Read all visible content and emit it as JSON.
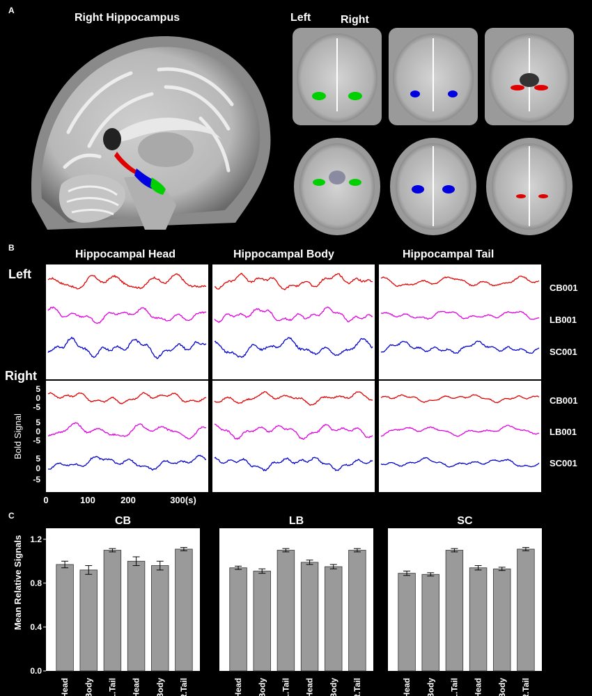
{
  "panel_a": {
    "letter": "A",
    "sagittal_title": "Right Hippocampus",
    "left_label": "Left",
    "right_label": "Right",
    "colors": {
      "head": "#00d000",
      "body": "#0000e0",
      "tail": "#e00000"
    }
  },
  "panel_b": {
    "letter": "B",
    "columns": [
      "Hippocampal Head",
      "Hippocampal Body",
      "Hippocampal Tail"
    ],
    "rows": [
      "Left",
      "Right"
    ],
    "subjects": [
      "CB001",
      "LB001",
      "SC001"
    ],
    "ylabel": "Bold Signal",
    "yticks": [
      "5",
      "0",
      "-5",
      "5",
      "0",
      "-5",
      "5",
      "0",
      "-5"
    ],
    "xticks": [
      "0",
      "100",
      "200",
      "300(s)"
    ],
    "colors": {
      "CB001": "#e00000",
      "LB001": "#e000e0",
      "SC001": "#0000cc"
    }
  },
  "panel_c": {
    "letter": "C",
    "ylabel": "Mean Relative Signals",
    "yticks": [
      "0.0",
      "0.4",
      "0.8",
      "1.2"
    ]
  },
  "chart_data": [
    {
      "type": "bar",
      "title": "CB",
      "categories": [
        "L.Head",
        "L.Body",
        "L.Tail",
        "R.Head",
        "R.Body",
        "R.Tail"
      ],
      "values": [
        0.97,
        0.92,
        1.1,
        1.0,
        0.96,
        1.11
      ],
      "errors": [
        0.03,
        0.04,
        0.015,
        0.04,
        0.04,
        0.015
      ],
      "ylim": [
        0,
        1.3
      ],
      "ylabel": "Mean Relative Signals",
      "bar_color": "#9a9a9a"
    },
    {
      "type": "bar",
      "title": "LB",
      "categories": [
        "L.Head",
        "L.Body",
        "L.Tail",
        "R.Head",
        "R.Body",
        "R.Tail"
      ],
      "values": [
        0.94,
        0.91,
        1.1,
        0.99,
        0.95,
        1.1
      ],
      "errors": [
        0.015,
        0.02,
        0.015,
        0.02,
        0.02,
        0.015
      ],
      "ylim": [
        0,
        1.3
      ],
      "ylabel": "",
      "bar_color": "#9a9a9a"
    },
    {
      "type": "bar",
      "title": "SC",
      "categories": [
        "L.Head",
        "L.Body",
        "L.Tail",
        "R.Head",
        "R.Body",
        "R.Tail"
      ],
      "values": [
        0.89,
        0.88,
        1.1,
        0.94,
        0.93,
        1.11
      ],
      "errors": [
        0.02,
        0.015,
        0.015,
        0.02,
        0.015,
        0.015
      ],
      "ylim": [
        0,
        1.3
      ],
      "ylabel": "",
      "bar_color": "#9a9a9a"
    }
  ]
}
